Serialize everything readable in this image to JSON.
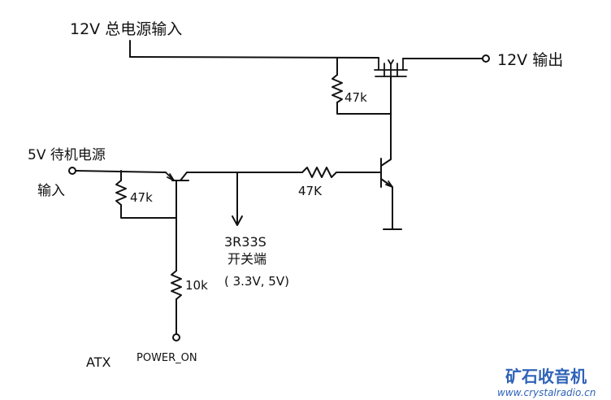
{
  "labels": {
    "input_12v": "12V 总电源输入",
    "output_12v": "12V 输出",
    "standby_5v_line1": "5V 待机电源",
    "standby_5v_line2": "输入",
    "r_top": "47k",
    "r_base_left": "47k",
    "r_base_right": "47K",
    "r_pull": "10k",
    "switch_line1": "3R33S",
    "switch_line2": "开关端",
    "switch_line3": "( 3.3V, 5V)",
    "atx": "ATX",
    "power_on": "POWER_ON"
  },
  "watermark": {
    "brand": "矿石收音机",
    "url": "www.crystalradio.cn",
    "color": "#2f63b8"
  },
  "colors": {
    "ink": "#111111",
    "background": "#ffffff"
  }
}
